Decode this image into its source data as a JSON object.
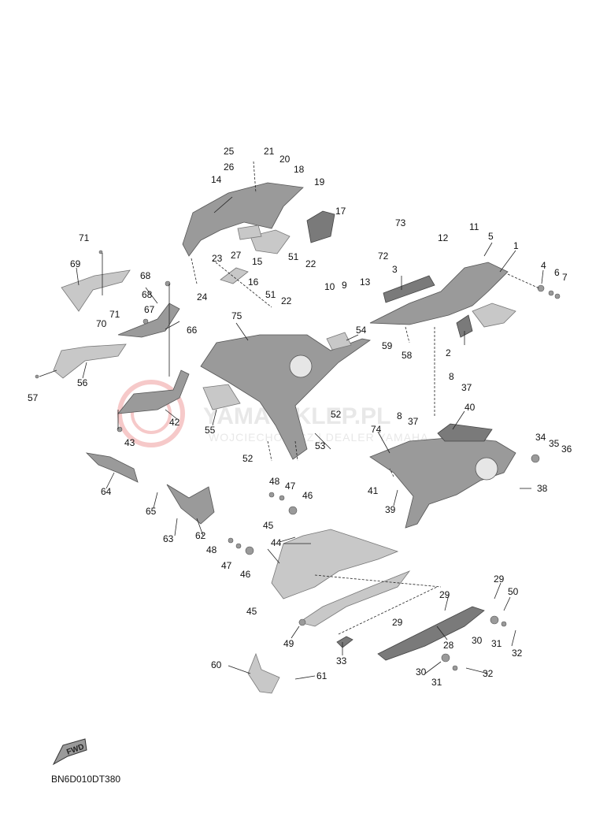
{
  "diagram": {
    "code": "BN6D010DT380",
    "fwd_label": "FWD",
    "watermark": {
      "main": "YAMA-SKLEP.PL",
      "sub": "WOJCIECHOWICZ | DEALER YAMAHA"
    },
    "callouts": [
      "1",
      "2",
      "3",
      "4",
      "5",
      "6",
      "7",
      "8",
      "8",
      "9",
      "10",
      "11",
      "12",
      "13",
      "14",
      "15",
      "16",
      "17",
      "18",
      "19",
      "20",
      "21",
      "22",
      "22",
      "23",
      "24",
      "25",
      "26",
      "27",
      "28",
      "29",
      "29",
      "29",
      "30",
      "30",
      "31",
      "31",
      "32",
      "32",
      "33",
      "34",
      "35",
      "36",
      "37",
      "37",
      "38",
      "39",
      "40",
      "41",
      "42",
      "43",
      "44",
      "45",
      "45",
      "46",
      "46",
      "47",
      "47",
      "48",
      "48",
      "49",
      "50",
      "51",
      "51",
      "52",
      "52",
      "53",
      "54",
      "55",
      "56",
      "57",
      "58",
      "59",
      "60",
      "61",
      "62",
      "63",
      "64",
      "65",
      "66",
      "67",
      "68",
      "68",
      "69",
      "70",
      "71",
      "71",
      "72",
      "73",
      "74",
      "75"
    ]
  }
}
